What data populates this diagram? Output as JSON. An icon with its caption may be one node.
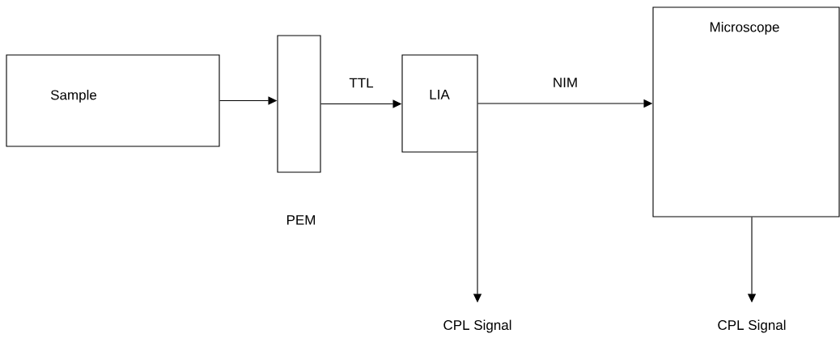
{
  "diagram": {
    "nodes": [
      {
        "text": [
          "Sample"
        ]
      },
      {
        "text": [],
        "shape": "box",
        "beside": [
          "PEM"
        ]
      },
      {
        "text": [
          "LIA"
        ]
      },
      {
        "text": [
          "Microscope"
        ]
      },
      {
        "text": [
          "CPL Signal"
        ]
      },
      {
        "text": [
          "CPL Signal"
        ]
      }
    ],
    "edges": [
      {
        "from": 0,
        "to": 1,
        "arrow": "to"
      },
      {
        "from": 1,
        "to": 2,
        "arrow": "to",
        "label": "TTL"
      },
      {
        "from": 2,
        "to": 3,
        "arrow": "to",
        "label": "NIM"
      },
      {
        "from": 2,
        "to": 4,
        "arrow": "to"
      },
      {
        "from": 3,
        "to": 5,
        "arrow": "to"
      }
    ]
  }
}
